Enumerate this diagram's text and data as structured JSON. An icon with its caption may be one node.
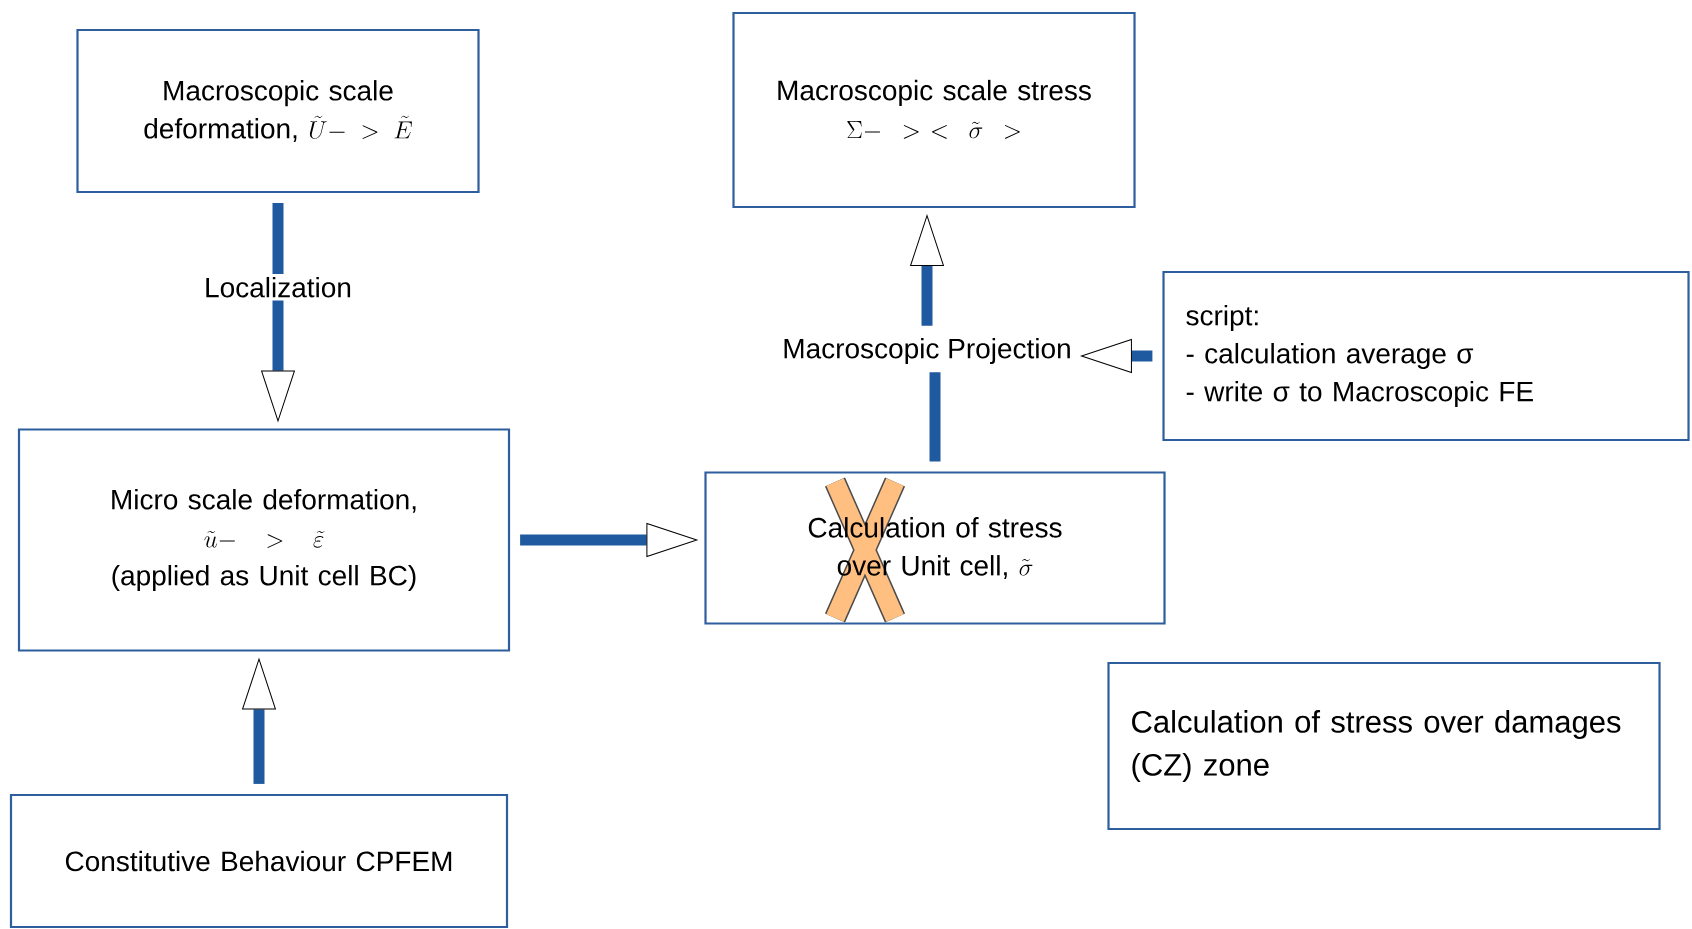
{
  "diagram": {
    "nodes": [
      {
        "text": [
          "Macroscopic scale deformation,",
          "\\tilde{U} -> \\tilde{E}"
        ]
      },
      {
        "text": [
          "Macroscopic scale stress",
          "\\Sigma ->\\ <\\tilde{\\sigma}>"
        ]
      },
      {
        "text": [
          "script:",
          "- calculation average σ",
          "- write σ to Macroscopic FE"
        ]
      },
      {
        "text": [
          "Macroscopic Projection"
        ]
      },
      {
        "text": [
          "Micro scale deformation,",
          "\\tilde{u} -> \\tilde{\\varepsilon}",
          "(applied as Unit cell BC)"
        ]
      },
      {
        "text": [
          "Calculation of stress over Unit cell,",
          "\\tilde{\\sigma}"
        ]
      },
      {
        "text": [
          "Calculation of stress over damages (CZ) zone"
        ]
      },
      {
        "text": [
          "Constitutive Behaviour CPFEM"
        ]
      }
    ],
    "edges": [
      {
        "from": 0,
        "to": 4,
        "arrow": "to",
        "label": "Localization"
      },
      {
        "from": 4,
        "to": 5,
        "arrow": "to"
      },
      {
        "from": 7,
        "to": 4,
        "arrow": "to"
      },
      {
        "from": 5,
        "to": 3,
        "arrow": "none"
      },
      {
        "from": 3,
        "to": 1,
        "arrow": "to"
      },
      {
        "from": 2,
        "to": 3,
        "arrow": "to"
      }
    ]
  }
}
